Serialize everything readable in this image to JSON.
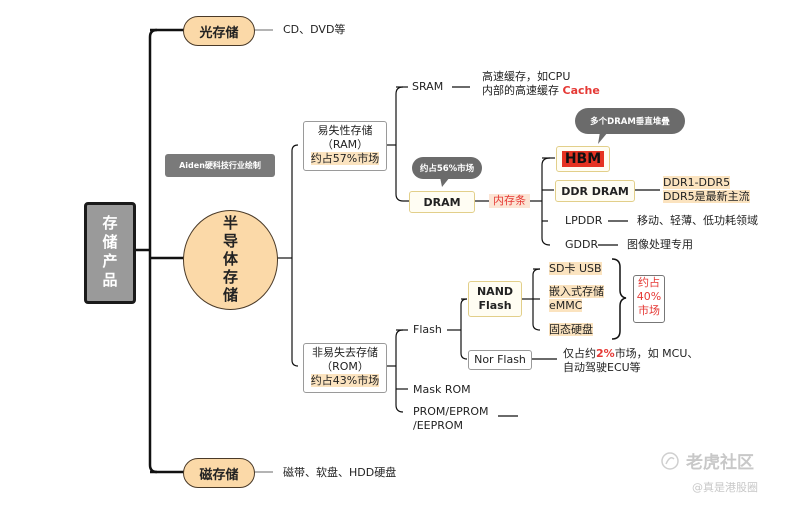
{
  "root": {
    "label": "存储产品"
  },
  "credit": "Aiden硬科技行业绘制",
  "optical": {
    "label": "光存储",
    "desc": "CD、DVD等"
  },
  "magnetic": {
    "label": "磁存储",
    "desc": "磁带、软盘、HDD硬盘"
  },
  "semiconductor": {
    "label": "半导体存储",
    "ram": {
      "line1": "易失性存储",
      "line2": "（RAM）",
      "share": "约占57%市场",
      "sram": {
        "label": "SRAM",
        "desc_line1": "高速缓存，如CPU",
        "desc_line2_prefix": "内部的高速缓存 ",
        "desc_line2_highlight": "Cache"
      },
      "dram": {
        "label": "DRAM",
        "bubble": "约占56%市场",
        "memory_module": "内存条",
        "types": {
          "hbm": {
            "label": "HBM",
            "bubble": "多个DRAM垂直堆叠"
          },
          "ddr": {
            "label": "DDR DRAM",
            "desc_line1": "DDR1-DDR5",
            "desc_line2": "DDR5是最新主流"
          },
          "lpddr": {
            "label": "LPDDR",
            "desc": "移动、轻薄、低功耗领域"
          },
          "gddr": {
            "label": "GDDR",
            "desc": "图像处理专用"
          }
        }
      }
    },
    "rom": {
      "line1": "非易失去存储",
      "line2": "（ROM）",
      "share": "约占43%市场",
      "flash": {
        "label": "Flash",
        "nand": {
          "line1": "NAND",
          "line2": "Flash",
          "uses": [
            "SD卡 USB",
            "嵌入式存储",
            "eMMC",
            "固态硬盘"
          ],
          "share_line1": "约占",
          "share_line2": "40%",
          "share_line3": "市场"
        },
        "nor": {
          "label": "Nor Flash",
          "desc_prefix": "仅占约",
          "desc_highlight": "2%",
          "desc_suffix": "市场，如 MCU、",
          "desc_line2": "自动驾驶ECU等"
        }
      },
      "mask_rom": "Mask ROM",
      "prom_line1": "PROM/EPROM",
      "prom_line2": "/EEPROM"
    }
  },
  "watermark": {
    "brand": "老虎社区",
    "handle": "@真是港股圈"
  }
}
